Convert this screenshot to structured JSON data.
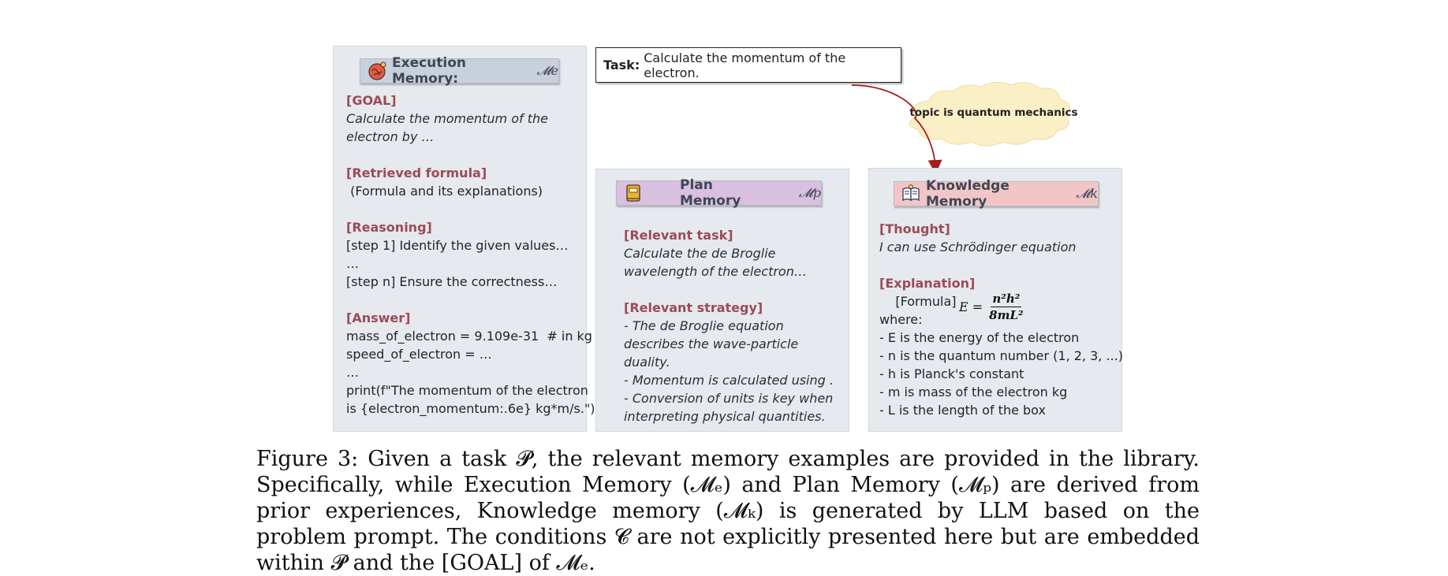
{
  "execution_memory": {
    "title": "Execution Memory:",
    "symbol": "𝓜e",
    "lines": [
      {
        "text": "[GOAL]",
        "style": "sec"
      },
      {
        "text": "Calculate the momentum of the",
        "style": "it"
      },
      {
        "text": "electron by …",
        "style": "it"
      },
      {
        "text": "",
        "style": "gap"
      },
      {
        "text": "[Retrieved formula]",
        "style": "sec"
      },
      {
        "text": " (Formula and its explanations)",
        "style": "line"
      },
      {
        "text": "",
        "style": "gap"
      },
      {
        "text": "[Reasoning]",
        "style": "sec"
      },
      {
        "text": "[step 1] Identify the given values…",
        "style": "line"
      },
      {
        "text": "…",
        "style": "line"
      },
      {
        "text": "[step n] Ensure the correctness…",
        "style": "line"
      },
      {
        "text": "",
        "style": "gap"
      },
      {
        "text": "[Answer]",
        "style": "sec"
      },
      {
        "text": "mass_of_electron = 9.109e-31  # in kg",
        "style": "line"
      },
      {
        "text": "speed_of_electron = …",
        "style": "line"
      },
      {
        "text": "…",
        "style": "line"
      },
      {
        "text": "print(f\"The momentum of the electron",
        "style": "line"
      },
      {
        "text": "is {electron_momentum:.6e} kg*m/s.\")",
        "style": "line"
      }
    ]
  },
  "task": {
    "label": "Task:",
    "text": "Calculate the momentum of the electron."
  },
  "cloud": {
    "text": "topic is quantum mechanics"
  },
  "plan_memory": {
    "title": "Plan Memory",
    "symbol": "𝓜p",
    "lines": [
      {
        "text": "[Relevant task]",
        "style": "sec"
      },
      {
        "text": "Calculate the de Broglie",
        "style": "it"
      },
      {
        "text": "wavelength of the electron…",
        "style": "it"
      },
      {
        "text": "",
        "style": "gap"
      },
      {
        "text": "[Relevant strategy]",
        "style": "sec"
      },
      {
        "text": "-  The de Broglie equation",
        "style": "it"
      },
      {
        "text": "describes the wave-particle duality.",
        "style": "it"
      },
      {
        "text": "-  Momentum is calculated using .",
        "style": "it"
      },
      {
        "text": "-  Conversion of units is key when",
        "style": "it"
      },
      {
        "text": "interpreting physical quantities.",
        "style": "it"
      }
    ]
  },
  "knowledge_memory": {
    "title": "Knowledge Memory",
    "symbol": "𝓜k",
    "lines_top": [
      {
        "text": "[Thought]",
        "style": "sec"
      },
      {
        "text": "I can use Schrödinger equation",
        "style": "it"
      },
      {
        "text": "",
        "style": "gap"
      },
      {
        "text": "[Explanation]",
        "style": "sec"
      },
      {
        "text": "    [Formula]",
        "style": "line"
      },
      {
        "text": "where:",
        "style": "line"
      },
      {
        "text": "- E is the energy of the electron",
        "style": "line"
      },
      {
        "text": "- n is the quantum number (1, 2, 3, ...)",
        "style": "line"
      },
      {
        "text": "- h is Planck's constant",
        "style": "line"
      },
      {
        "text": "- m is mass of the electron kg",
        "style": "line"
      },
      {
        "text": "- L is the length of the box",
        "style": "line"
      }
    ],
    "formula": {
      "lhs": "E =",
      "numerator": "n²h²",
      "denominator": "8mL²"
    }
  },
  "caption": "Figure 3: Given a task 𝓟, the relevant memory examples are provided in the library. Specifically, while Execution Memory (𝓜ₑ) and Plan Memory (𝓜ₚ) are derived from prior experiences, Knowledge memory (𝓜ₖ) is generated by LLM based on the problem prompt. The conditions 𝓒 are not explicitly presented here but are embedded within 𝓟 and the [GOAL] of 𝓜ₑ.",
  "colors": {
    "panel_bg": "#e6e9ed",
    "exec_title_bg": "#c8d0dc",
    "plan_title_bg": "#d9bfe0",
    "knowledge_title_bg": "#f2c6c6",
    "section_color": "#9b4b57",
    "arrow": "#a31f1f",
    "cloud": "#fbefc6"
  }
}
